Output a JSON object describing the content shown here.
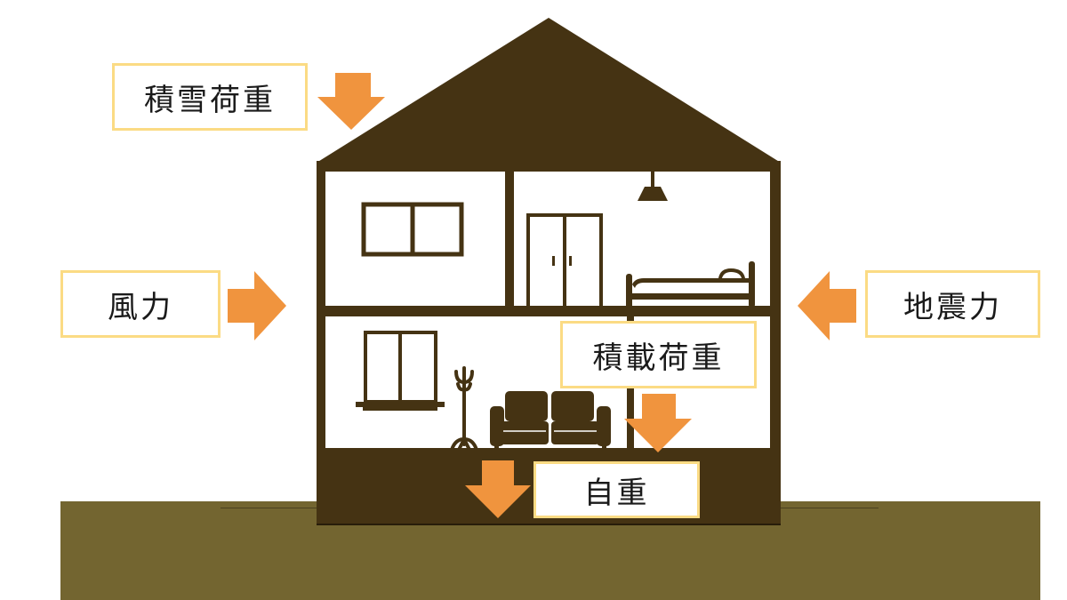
{
  "diagram": {
    "title_hidden": "建物にかかる荷重",
    "labels": {
      "snow_load": "積雪荷重",
      "wind_force": "風力",
      "seismic_force": "地震力",
      "live_load": "積載荷重",
      "dead_load": "自重"
    },
    "arrows": [
      {
        "name": "snow-load-arrow",
        "direction": "down"
      },
      {
        "name": "wind-force-arrow",
        "direction": "right"
      },
      {
        "name": "seismic-force-arrow",
        "direction": "left"
      },
      {
        "name": "live-load-arrow",
        "direction": "down"
      },
      {
        "name": "dead-load-arrow",
        "direction": "down"
      }
    ],
    "colors": {
      "house": "#453313",
      "arrow": "#f0943e",
      "label_border": "#fbdb84",
      "ground": "#736530",
      "background": "#ffffff"
    },
    "house_parts": [
      "roof",
      "upper-floor-left-room",
      "upper-floor-right-room",
      "lower-floor-room",
      "foundation"
    ],
    "furniture": [
      "window",
      "closet",
      "ceiling-lamp",
      "bed",
      "window",
      "coat-rack",
      "sofa"
    ]
  }
}
